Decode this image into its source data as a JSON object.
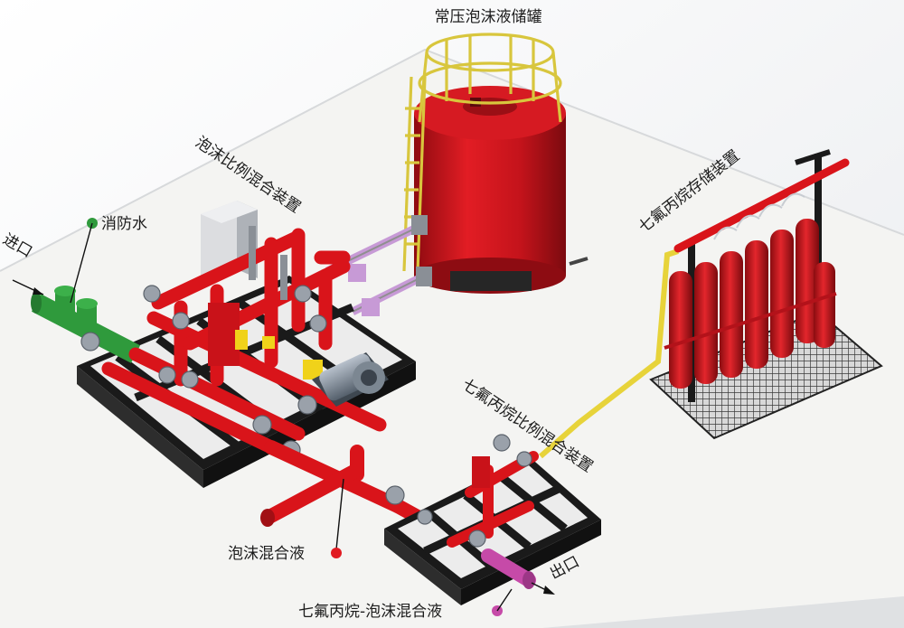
{
  "labels": {
    "tank": "常压泡沫液储罐",
    "foam_proportioner": "泡沫比例混合装置",
    "fire_water": "消防水",
    "inlet": "进口",
    "hfc_storage": "七氟丙烷存储装置",
    "hfc_proportioner": "七氟丙烷比例混合装置",
    "foam_mix": "泡沫混合液",
    "outlet": "出口",
    "hfc_foam_mix": "七氟丙烷-泡沫混合液"
  },
  "colors": {
    "pipe_red": "#d9141a",
    "tank_red": "#c4131b",
    "water_green": "#2f9a3c",
    "output_magenta": "#c64aa8",
    "gas_yellow": "#e7d33a",
    "frame_black": "#1a1a1a",
    "ladder_yellow": "#d8c63d",
    "bubble_violet": "#c79ad6"
  }
}
